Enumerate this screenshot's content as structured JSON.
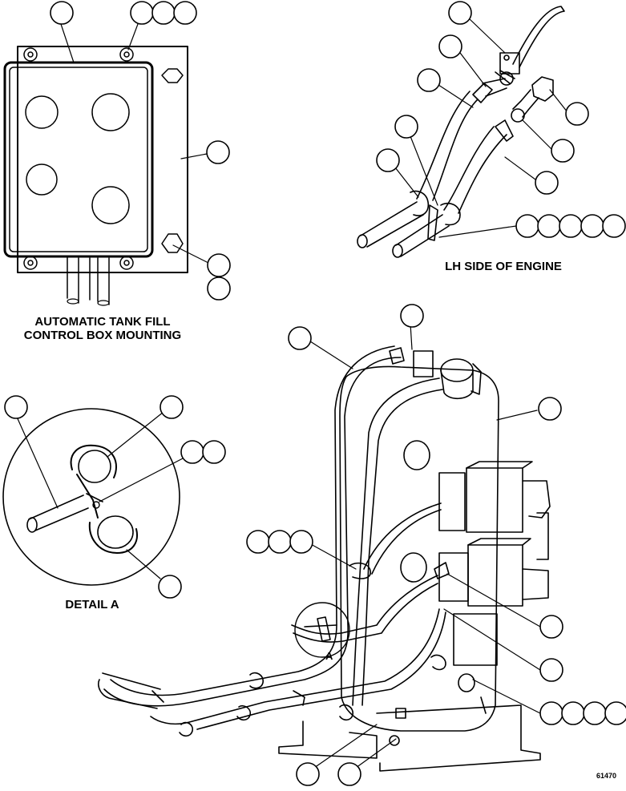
{
  "captions": {
    "control_box": [
      "AUTOMATIC TANK FILL",
      "CONTROL BOX MOUNTING"
    ],
    "lh_side": "LH SIDE OF ENGINE",
    "detail_a": "DETAIL A",
    "detail_marker": "A"
  },
  "figure_id": "61470",
  "colors": {
    "ink": "#000000",
    "paper": "#ffffff"
  }
}
